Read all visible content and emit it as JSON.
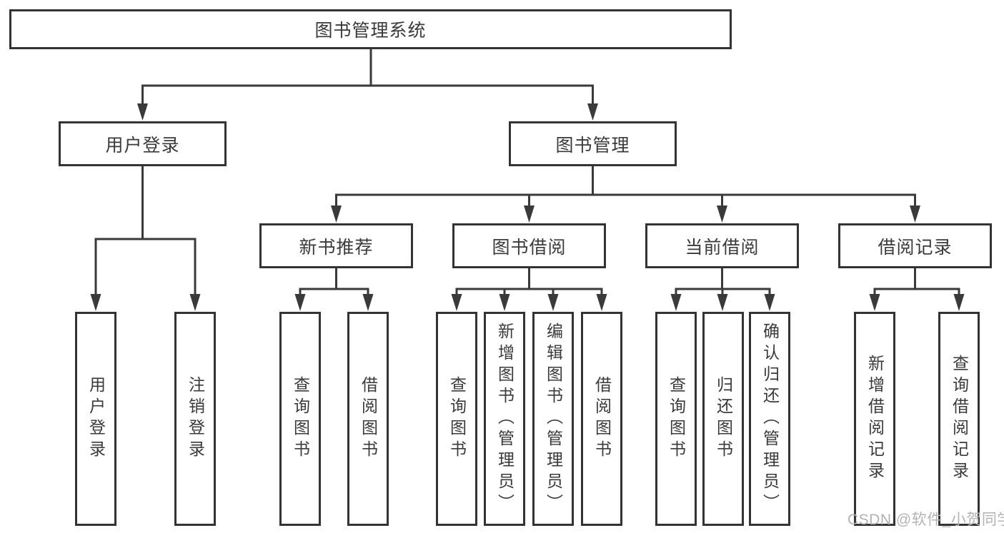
{
  "tree": {
    "label": "图书管理系统",
    "children": [
      {
        "label": "用户登录",
        "children": [
          {
            "label": "用户登录"
          },
          {
            "label": "注销登录"
          }
        ]
      },
      {
        "label": "图书管理",
        "children": [
          {
            "label": "新书推荐",
            "children": [
              {
                "label": "查询图书"
              },
              {
                "label": "借阅图书"
              }
            ]
          },
          {
            "label": "图书借阅",
            "children": [
              {
                "label": "查询图书"
              },
              {
                "label": "新增图书（管理员）"
              },
              {
                "label": "编辑图书（管理员）"
              },
              {
                "label": "借阅图书"
              }
            ]
          },
          {
            "label": "当前借阅",
            "children": [
              {
                "label": "查询图书"
              },
              {
                "label": "归还图书"
              },
              {
                "label": "确认归还（管理员）"
              }
            ]
          },
          {
            "label": "借阅记录",
            "children": [
              {
                "label": "新增借阅记录"
              },
              {
                "label": "查询借阅记录"
              }
            ]
          }
        ]
      }
    ]
  },
  "watermark": "CSDN @软件_小贺同学",
  "colors": {
    "line": "#3a3a3a",
    "box_border": "#333333",
    "text": "#3a3a3a",
    "background": "#ffffff",
    "watermark": "#b3b3b3"
  }
}
